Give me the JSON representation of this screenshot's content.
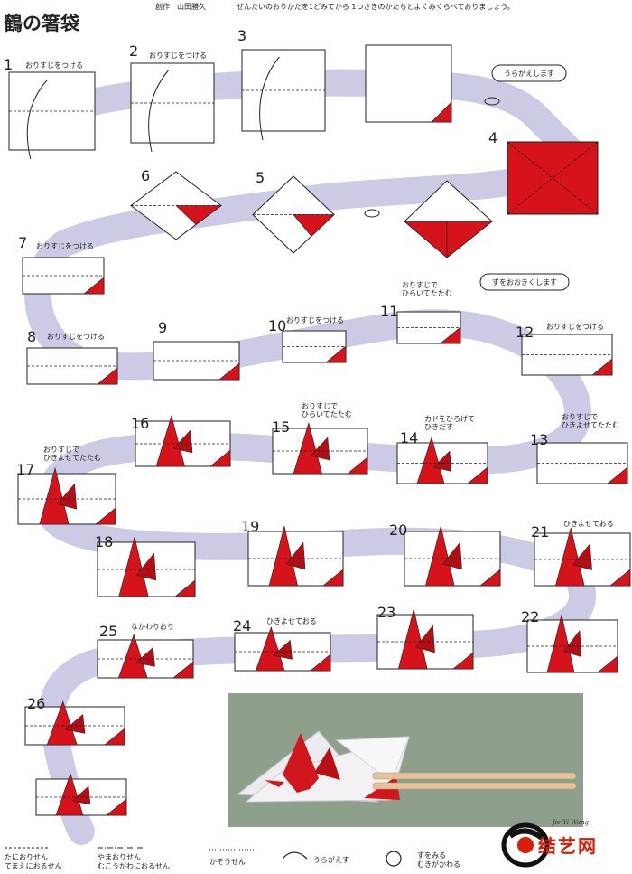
{
  "title": "鶴の箸袋",
  "credit": "創作　山田勝久",
  "intro": "ぜんたいのおりかたを1どみてから 1つさきのかたちとよくみくらべておりましょう。",
  "colors": {
    "red": "#d6121b",
    "path": "#cbcbe6",
    "paper": "#ffffff",
    "line": "#222222",
    "photo_bg": "#8fa08e"
  },
  "steps": [
    {
      "n": "1",
      "note": "おりすじをつける"
    },
    {
      "n": "2",
      "note": "おりすじをつける"
    },
    {
      "n": "3",
      "note": ""
    },
    {
      "n": "4",
      "note": ""
    },
    {
      "n": "5",
      "note": ""
    },
    {
      "n": "6",
      "note": ""
    },
    {
      "n": "7",
      "note": "おりすじをつける"
    },
    {
      "n": "8",
      "note": "おりすじをつける"
    },
    {
      "n": "9",
      "note": ""
    },
    {
      "n": "10",
      "note": "おりすじをつける"
    },
    {
      "n": "11",
      "note": "おりすじで\nひらいてたたむ"
    },
    {
      "n": "12",
      "note": "おりすじをつける"
    },
    {
      "n": "13",
      "note": "おりすじで\nひきよせてたたむ"
    },
    {
      "n": "14",
      "note": "カドをひろげて\nひきだす"
    },
    {
      "n": "15",
      "note": "おりすじで\nひらいてたたむ"
    },
    {
      "n": "16",
      "note": ""
    },
    {
      "n": "17",
      "note": "おりすじで\nひきよせてたたむ"
    },
    {
      "n": "18",
      "note": ""
    },
    {
      "n": "19",
      "note": ""
    },
    {
      "n": "20",
      "note": ""
    },
    {
      "n": "21",
      "note": "ひきよせておる"
    },
    {
      "n": "22",
      "note": ""
    },
    {
      "n": "23",
      "note": ""
    },
    {
      "n": "24",
      "note": "ひきよせておる"
    },
    {
      "n": "25",
      "note": "なかわりおり"
    },
    {
      "n": "26",
      "note": ""
    }
  ],
  "bubbles": {
    "flip": "うらがえします",
    "zoom": "ずをおおきくします"
  },
  "legend": {
    "valley": "たにおりせん\nてまえにおるせん",
    "mountain": "やまおりせん\nむこうがわにおるせん",
    "hidden": "かそうせん",
    "flip": "うらがえす",
    "view": "ずをみる\nむきがかわる"
  },
  "watermark": {
    "text": "结艺网",
    "signature": "Jie Yi Wang"
  }
}
